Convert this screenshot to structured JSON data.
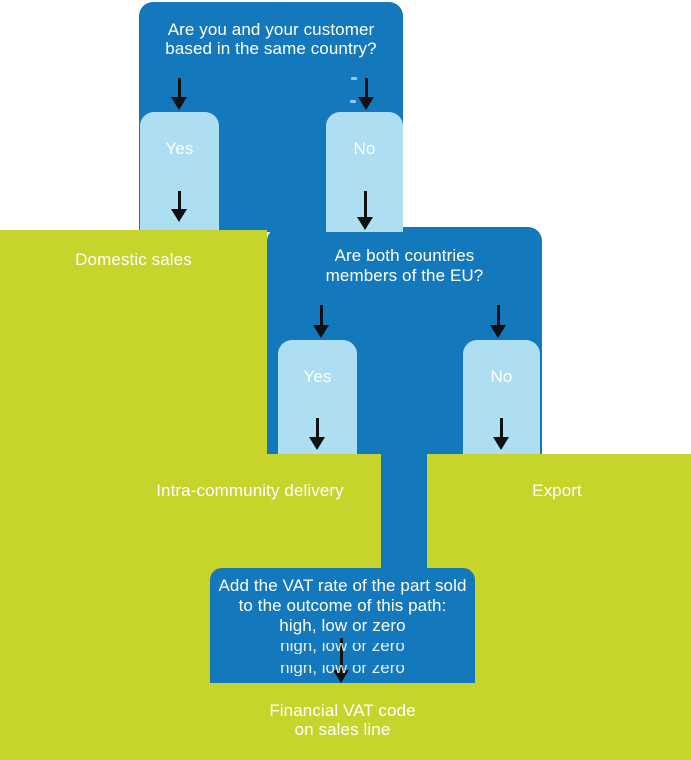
{
  "colors": {
    "question_blue": "#1478bc",
    "answer_light_blue": "#addef2",
    "outcome_green": "#c6d42c",
    "arrow_black": "#111111",
    "text_white": "#ffffff"
  },
  "q1": {
    "line1": "Are you and your customer",
    "line2": "based in the same country?",
    "yes": "Yes",
    "no": "No"
  },
  "domestic": {
    "label": "Domestic sales"
  },
  "q2": {
    "line1": "Are both countries",
    "line2": "members of the EU?",
    "yes": "Yes",
    "no": "No"
  },
  "intra": {
    "label": "Intra-community delivery"
  },
  "export": {
    "label": "Export"
  },
  "vat_box": {
    "line1": "Add the VAT rate of the part sold",
    "line2": "to the outcome of this path:",
    "line3": "high, low or zero",
    "ghost_line": "high, low or zero"
  },
  "final": {
    "line1": "Financial VAT code",
    "line2": "on sales line"
  }
}
